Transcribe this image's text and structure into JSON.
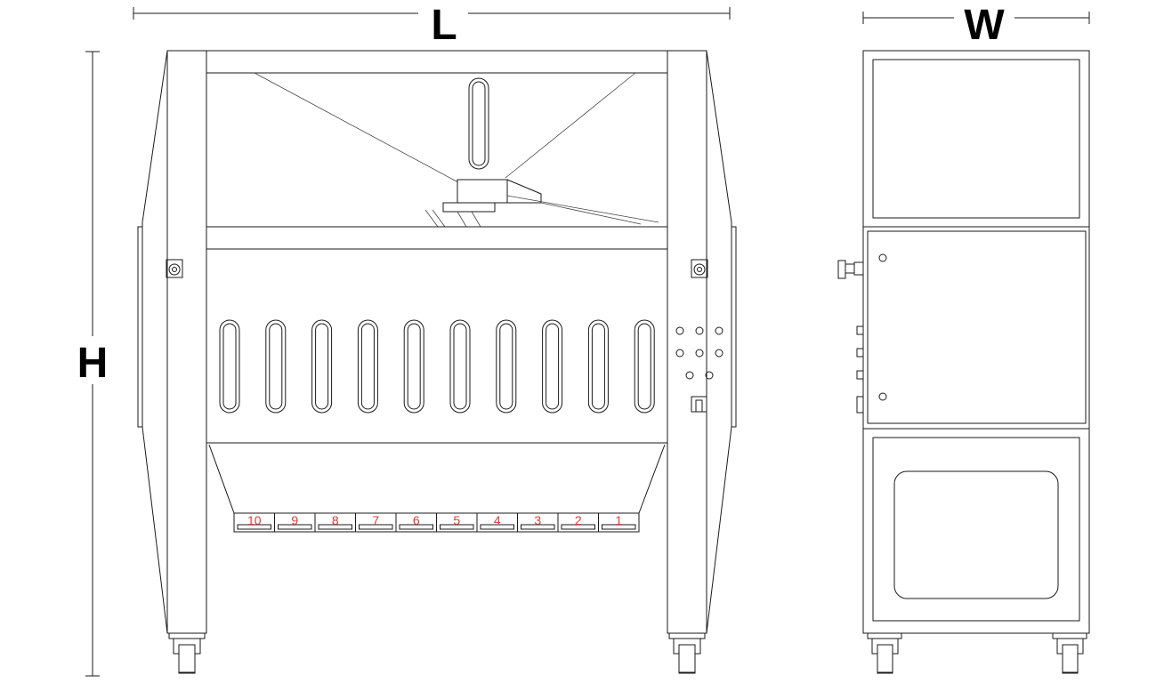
{
  "dimensions": {
    "length_label": "L",
    "width_label": "W",
    "height_label": "H"
  },
  "outlets": {
    "labels": [
      "10",
      "9",
      "8",
      "7",
      "6",
      "5",
      "4",
      "3",
      "2",
      "1"
    ]
  },
  "colors": {
    "line": "#1a1a1a",
    "outlet_number": "#e53935",
    "background": "#ffffff"
  }
}
